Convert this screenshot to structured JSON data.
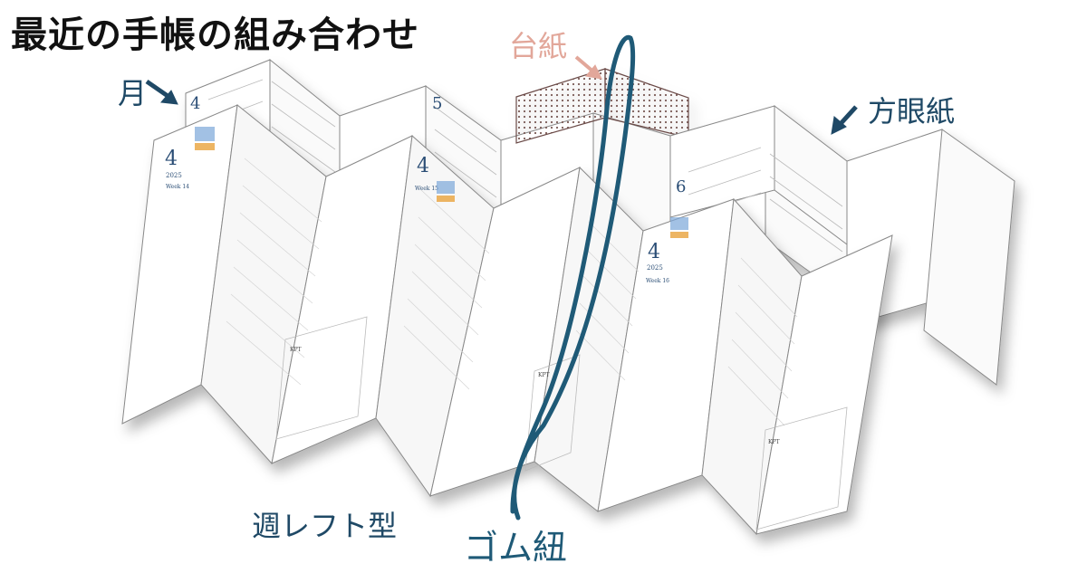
{
  "title": "最近の手帳の組み合わせ",
  "labels": {
    "monthly": "月",
    "backing_board": "台紙",
    "grid_paper": "方眼紙",
    "weekly_left": "週レフト型",
    "elastic_band": "ゴム紐"
  },
  "pages": {
    "monthly_numbers": [
      "4",
      "5",
      "6"
    ],
    "weekly_number": "4",
    "year": "2025",
    "week_labels": [
      "Week 14",
      "Week 15",
      "Week 16"
    ],
    "kpt": "KPT"
  },
  "colors": {
    "label": "#1f4966",
    "backing_label": "#e2a79a",
    "band": "#1f5a77",
    "ink": "#2a4d75",
    "accent": "#e8a33c"
  }
}
